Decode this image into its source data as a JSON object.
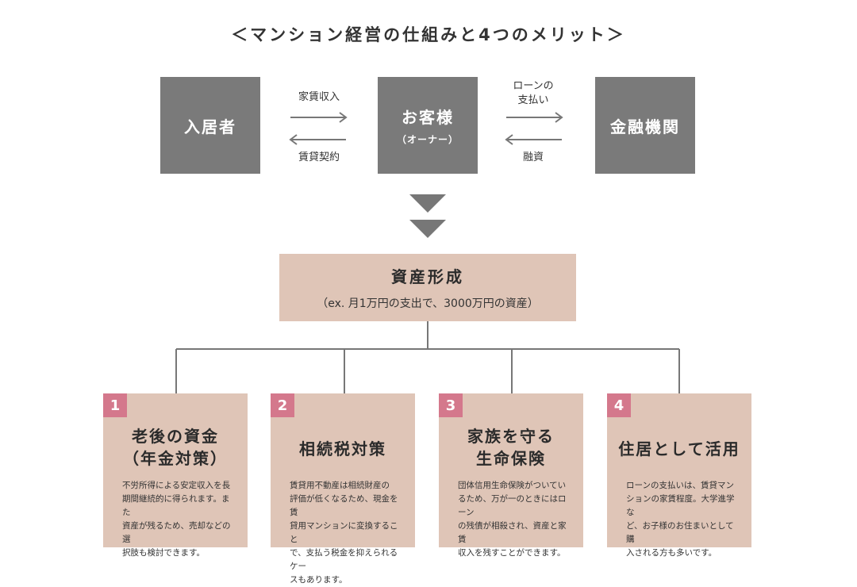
{
  "title": "＜マンション経営の仕組みと4つのメリット＞",
  "boxes": {
    "resident": "入居者",
    "owner": "お客様",
    "owner_sub": "（オーナー）",
    "bank": "金融機関"
  },
  "flows": {
    "rent_income": "家賃収入",
    "lease_contract": "賃貸契約",
    "loan_payment_line1": "ローンの",
    "loan_payment_line2": "支払い",
    "financing": "融資"
  },
  "asset": {
    "title": "資産形成",
    "subtitle": "（ex. 月1万円の支出で、3000万円の資産）"
  },
  "merits": [
    {
      "number": "1",
      "title_line1": "老後の資金",
      "title_line2": "（年金対策）",
      "desc": [
        "不労所得による安定収入を長",
        "期間継続的に得られます。また",
        "資産が残るため、売却などの選",
        "択肢も検討できます。"
      ]
    },
    {
      "number": "2",
      "title_line1": "相続税対策",
      "title_line2": "",
      "desc": [
        "賃貸用不動産は相続財産の",
        "評価が低くなるため、現金を賃",
        "貸用マンションに変換すること",
        "で、支払う税金を抑えられるケー",
        "スもあります。"
      ]
    },
    {
      "number": "3",
      "title_line1": "家族を守る",
      "title_line2": "生命保険",
      "desc": [
        "団体信用生命保険がついてい",
        "るため、万が一のときにはローン",
        "の残債が相殺され、資産と家賃",
        "収入を残すことができます。"
      ]
    },
    {
      "number": "4",
      "title_line1": "住居として活用",
      "title_line2": "",
      "desc": [
        "ローンの支払いは、賃貸マン",
        "ションの家賃程度。大学進学な",
        "ど、お子様のお住まいとして購",
        "入される方も多いです。"
      ]
    }
  ],
  "colors": {
    "gray_box": "#7a7a7a",
    "pink_box": "#dfc5b7",
    "number_badge": "#d4788c",
    "arrow": "#777777"
  }
}
